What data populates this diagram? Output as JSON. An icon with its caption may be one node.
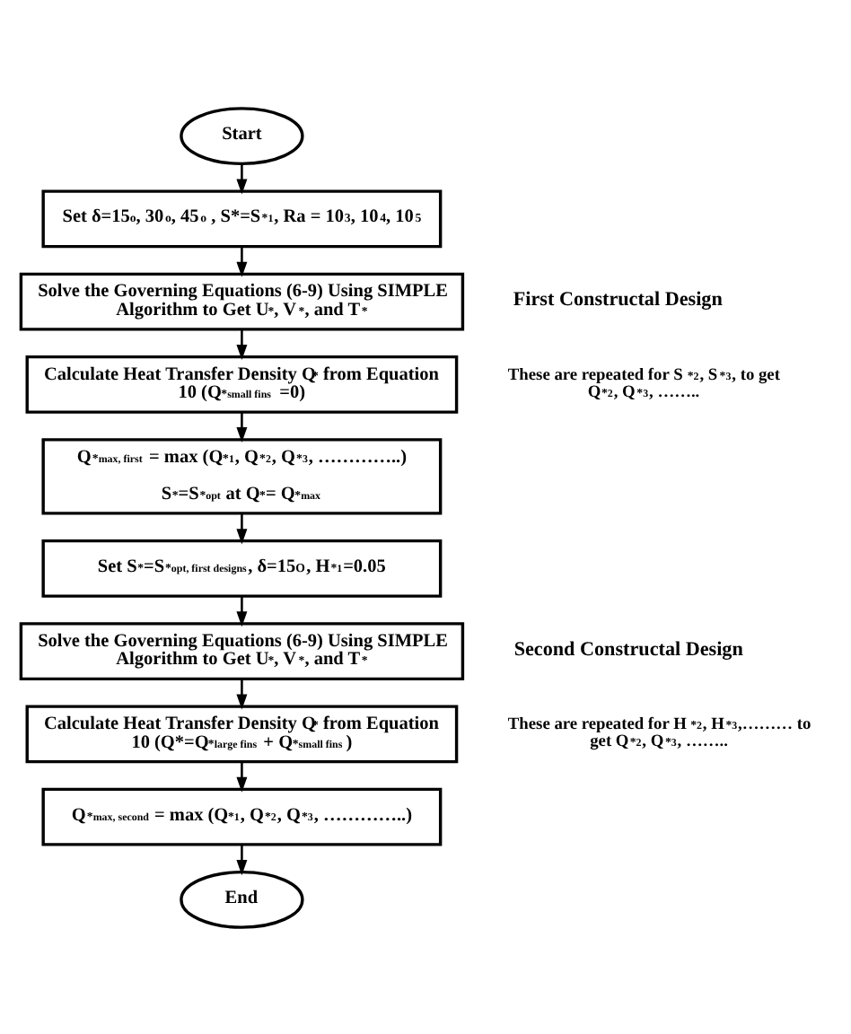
{
  "diagram": {
    "nodes": [
      {
        "text": [
          "Start"
        ]
      },
      {
        "text": [
          "Set δ=15$^{o}$, 30$^{o}$, 45$^{o}$ , S*=S$^{*}$$_{1}$, Ra = 10$^{3}$, 10$^{4}$, 10$^{5}$"
        ]
      },
      {
        "text": [
          "Solve the Governing Equations (6-9) Using SIMPLE Algorithm to Get U$^{*}$, V$^{*}$, and T$^{*}$"
        ]
      },
      {
        "text": [
          "Calculate Heat Transfer Density Q$^{*}$ from Equation 10 (Q$^{*}$$_{small fins}$ =0)"
        ]
      },
      {
        "text": [
          "Q$^{*}$$_{max, first}$ = max (Q$^{*}$$_{1}$, Q$^{*}$$_{2}$, Q$^{*}$$_{3}$, …………..)",
          "S$^{*}$=S$^{*}$$_{opt}$ at Q$^{*}$= Q$^{*}$$_{max}$"
        ]
      },
      {
        "text": [
          "Set S$^{*}$=S$^{*}$$_{opt, first designs}$, δ=15$^{O}$, H$^{*}$$_{1}$=0.05"
        ]
      },
      {
        "text": [
          "Solve the Governing Equations (6-9) Using SIMPLE Algorithm to Get U$^{*}$, V$^{*}$, and T$^{*}$"
        ]
      },
      {
        "text": [
          "Calculate Heat Transfer Density Q$^{*}$ from Equation 10 (Q*=Q$^{*}$$_{large fins}$ + Q$^{*}$$_{small fins}$)"
        ]
      },
      {
        "text": [
          "Q$^{*}$$_{max, second}$ = max (Q$^{*}$$_{1}$, Q$^{*}$$_{2}$, Q$^{*}$$_{3}$, …………..)"
        ]
      },
      {
        "text": [
          "End"
        ]
      }
    ],
    "edges": [
      {
        "from": 0,
        "to": 1,
        "arrow": "to"
      },
      {
        "from": 1,
        "to": 2,
        "arrow": "to"
      },
      {
        "from": 2,
        "to": 3,
        "arrow": "to"
      },
      {
        "from": 3,
        "to": 4,
        "arrow": "to"
      },
      {
        "from": 4,
        "to": 5,
        "arrow": "to"
      },
      {
        "from": 5,
        "to": 6,
        "arrow": "to"
      },
      {
        "from": 6,
        "to": 7,
        "arrow": "to"
      },
      {
        "from": 7,
        "to": 8,
        "arrow": "to"
      },
      {
        "from": 8,
        "to": 9,
        "arrow": "to"
      }
    ],
    "labels": [
      "First Constructal Design",
      "These are repeated for S$^{*}$$_{2}$, S$^{*}$$_{3}$, to get Q$^{*}$$_{2}$, Q$^{*}$$_{3}$, ……..",
      "Second Constructal Design",
      "These are repeated for H$^{*}$$_{2}$, H$^{*}$$_{3}$,……… to get Q$^{*}$$_{2}$, Q$^{*}$$_{3}$, …….."
    ]
  }
}
